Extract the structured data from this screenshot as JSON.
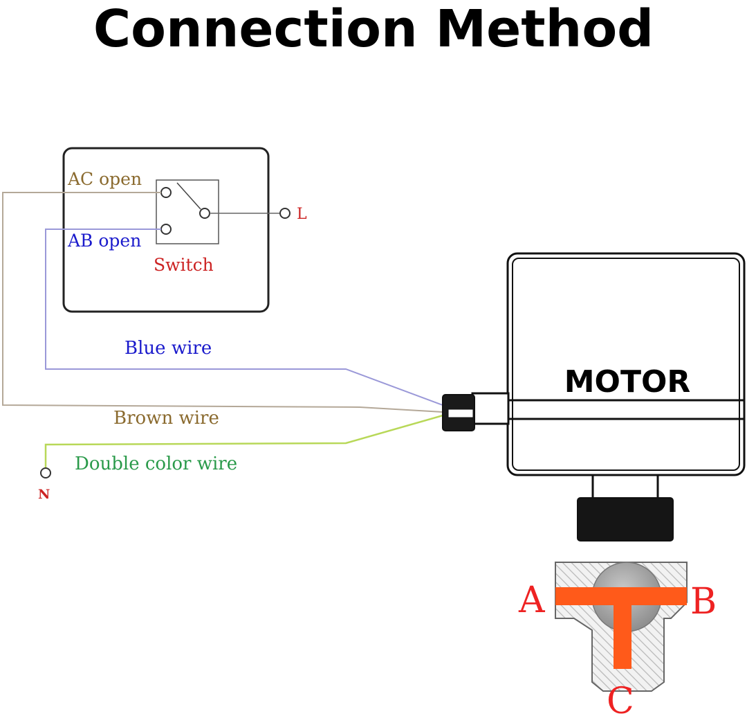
{
  "title": "Connection Method",
  "switch_box": {
    "ac_open_label": "AC open",
    "ab_open_label": "AB open",
    "switch_label": "Switch",
    "live_terminal_label": "L"
  },
  "wires": {
    "blue_label": "Blue wire",
    "brown_label": "Brown wire",
    "double_color_label": "Double color wire",
    "neutral_terminal_label": "N"
  },
  "motor": {
    "label": "MOTOR"
  },
  "valve": {
    "port_a": "A",
    "port_b": "B",
    "port_c": "C"
  },
  "colors": {
    "brown_wire": "#b4a898",
    "blue_wire": "#9a98d8",
    "green_wire": "#b8d858",
    "ac_text": "#8a6a2e",
    "ab_text": "#1a1acc",
    "red_text": "#cc2222",
    "blue_text": "#1a1acc",
    "brown_text": "#8a6a2e",
    "green_text": "#2a9a4a",
    "port_orange": "#ff5a1a",
    "port_label_red": "#ee2222"
  }
}
